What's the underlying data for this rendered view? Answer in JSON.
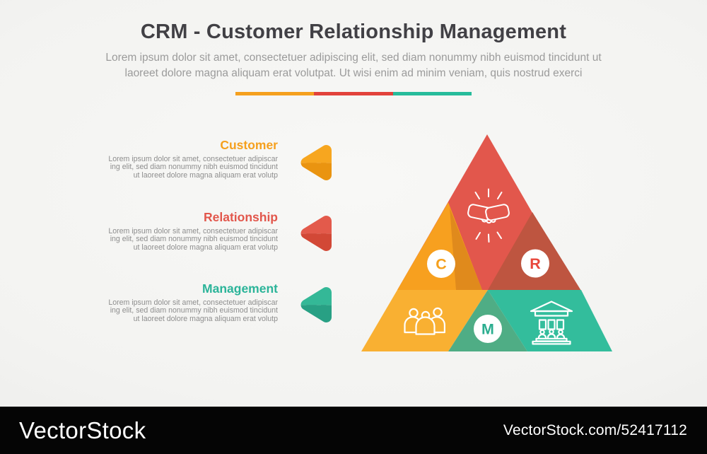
{
  "header": {
    "title": "CRM - Customer Relationship Management",
    "subtitle_line1": "Lorem ipsum dolor sit amet, consectetuer adipiscing elit, sed diam nonummy nibh euismod tincidunt ut",
    "subtitle_line2": "laoreet dolore magna aliquam erat volutpat. Ut wisi enim ad minim veniam, quis nostrud exerci",
    "divider_colors": [
      "#F5A01E",
      "#E2423B",
      "#27BC9B"
    ]
  },
  "items": [
    {
      "heading": "Customer",
      "heading_color": "#F5A01E",
      "line1": "Lorem ipsum dolor sit amet, consectetuer adipiscar",
      "line2": "ing elit, sed diam nonummy nibh euismod tincidunt",
      "line3": "ut laoreet dolore magna aliquam erat volutp",
      "arrow_icon": "play-left-arrow-icon",
      "arrow_top": "#F7A61F",
      "arrow_bottom": "#EA9410"
    },
    {
      "heading": "Relationship",
      "heading_color": "#E2574C",
      "line1": "Lorem ipsum dolor sit amet, consectetuer adipiscar",
      "line2": "ing elit, sed diam nonummy nibh euismod tincidunt",
      "line3": "ut laoreet dolore magna aliquam erat volutp",
      "arrow_icon": "play-left-arrow-icon",
      "arrow_top": "#E35A4B",
      "arrow_bottom": "#D24836"
    },
    {
      "heading": "Management",
      "heading_color": "#2BB499",
      "line1": "Lorem ipsum dolor sit amet, consectetuer adipiscar",
      "line2": "ing elit, sed diam nonummy nibh euismod tincidunt",
      "line3": "ut laoreet dolore magna aliquam erat volutp",
      "arrow_icon": "play-left-arrow-icon",
      "arrow_top": "#34B897",
      "arrow_bottom": "#28A084"
    }
  ],
  "pyramid": {
    "icon_color": "#FFFFFF",
    "badge_bg": "#FFFFFF",
    "segments": {
      "top": {
        "color": "#E2574C",
        "icon": "handshake-icon"
      },
      "middle_left": {
        "color": "#F7A01F",
        "fold_color": "#E08A1C",
        "letter": "C",
        "letter_color": "#F5A01E"
      },
      "middle_right": {
        "color": "#BE5540",
        "letter": "R",
        "letter_color": "#E8473C"
      },
      "bottom_left": {
        "color": "#F9B032",
        "icon": "people-group-icon"
      },
      "bottom_center": {
        "color": "#4FAD85",
        "letter": "M",
        "letter_color": "#2BAD8F"
      },
      "bottom_right": {
        "color": "#33BD9C",
        "icon": "bank-icon"
      }
    }
  },
  "watermark": {
    "logo": "VectorStock",
    "ref": "VectorStock.com/52417112",
    "bar_color": "#050505",
    "text_color": "#FFFFFF"
  }
}
